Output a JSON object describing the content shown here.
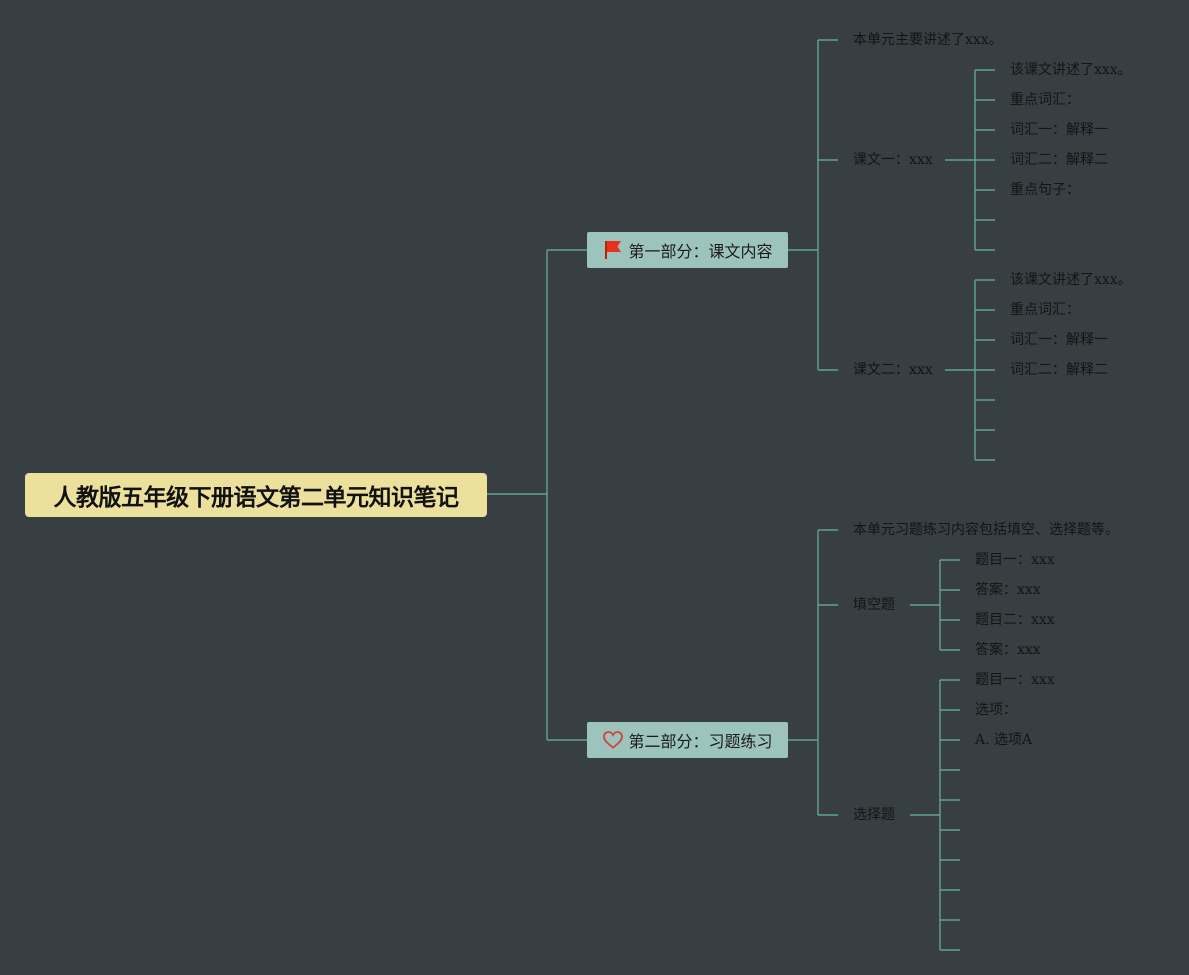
{
  "root": {
    "title": "人教版五年级下册语文第二单元知识笔记"
  },
  "part1": {
    "label": "第一部分：课文内容",
    "icon": "red-flag-icon",
    "summary": "本单元主要讲述了xxx。",
    "lesson1": {
      "label": "课文一：xxx",
      "items": [
        "该课文讲述了xxx。",
        "重点词汇：",
        "词汇一：解释一",
        "词汇二：解释二",
        "重点句子："
      ]
    },
    "lesson2": {
      "label": "课文二：xxx",
      "items": [
        "该课文讲述了xxx。",
        "重点词汇：",
        "词汇一：解释一",
        "词汇二：解释二"
      ]
    }
  },
  "part2": {
    "label": "第二部分：习题练习",
    "icon": "heart-icon",
    "summary": "本单元习题练习内容包括填空、选择题等。",
    "fill": {
      "label": "填空题",
      "items": [
        "题目一：xxx",
        "答案：xxx",
        "题目二：xxx",
        "答案：xxx"
      ]
    },
    "choice": {
      "label": "选择题",
      "items": [
        "题目一：xxx",
        "选项：",
        "A. 选项A"
      ]
    }
  },
  "colors": {
    "background": "#383f42",
    "root_fill": "#ebe09c",
    "branch_fill": "#9cc4bd",
    "line": "#63a294",
    "flag": "#e8321e",
    "heart": "#d6423a"
  }
}
